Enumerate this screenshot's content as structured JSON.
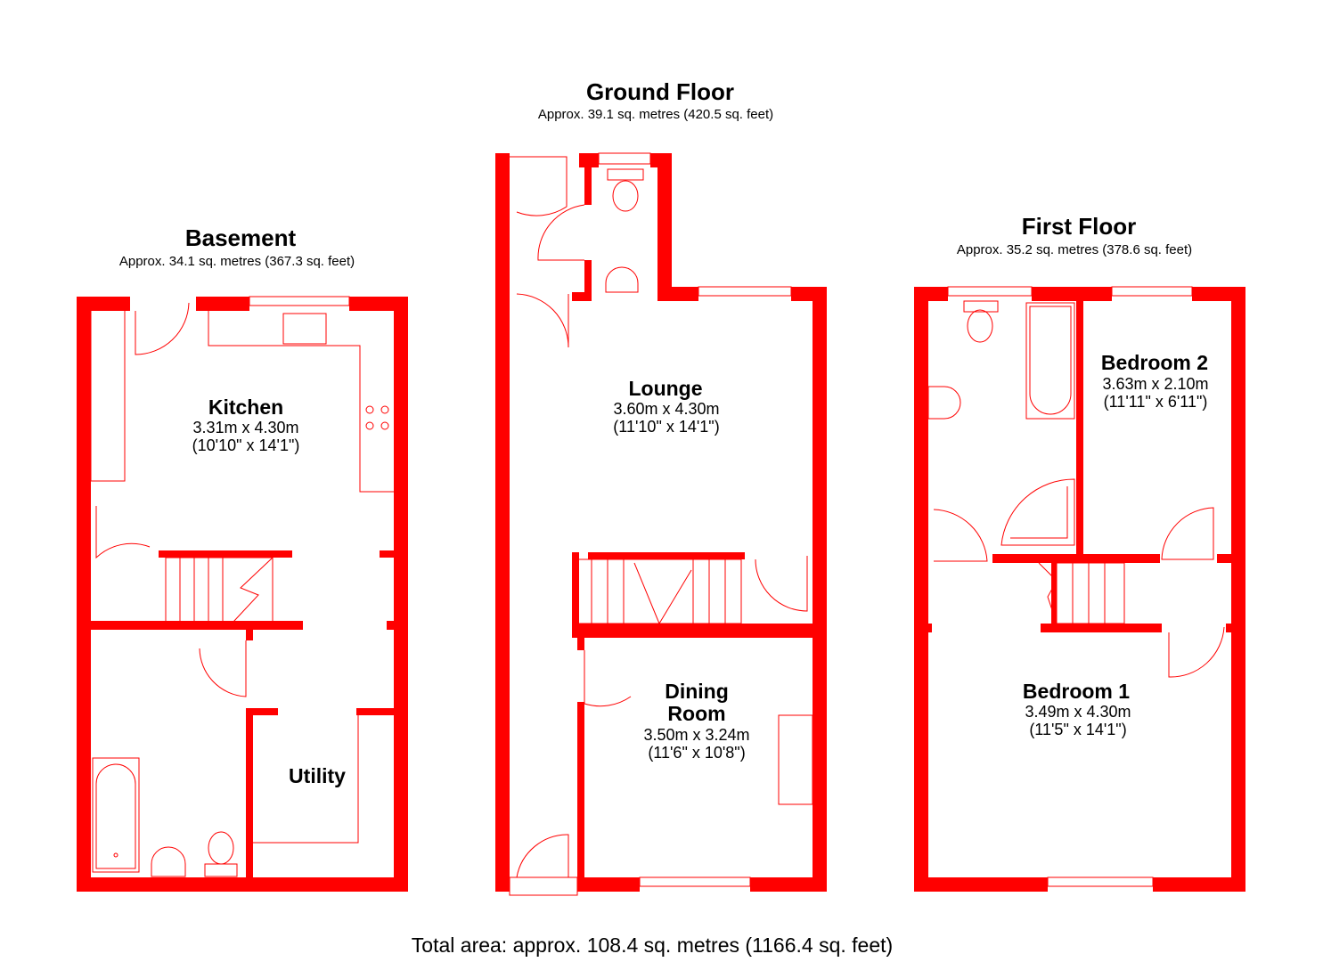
{
  "colors": {
    "wall": "#ff0000",
    "background": "#ffffff"
  },
  "floors": {
    "basement": {
      "title": "Basement",
      "area": "Approx. 34.1 sq. metres (367.3 sq. feet)"
    },
    "ground": {
      "title": "Ground Floor",
      "area": "Approx. 39.1 sq. metres (420.5 sq. feet)"
    },
    "first": {
      "title": "First Floor",
      "area": "Approx. 35.2 sq. metres (378.6 sq. feet)"
    }
  },
  "rooms": {
    "kitchen": {
      "name": "Kitchen",
      "metric": "3.31m x 4.30m",
      "imperial": "(10'10\" x 14'1\")"
    },
    "utility": {
      "name": "Utility"
    },
    "lounge": {
      "name": "Lounge",
      "metric": "3.60m x 4.30m",
      "imperial": "(11'10\" x 14'1\")"
    },
    "dining": {
      "name_line1": "Dining",
      "name_line2": "Room",
      "metric": "3.50m x 3.24m",
      "imperial": "(11'6\" x 10'8\")"
    },
    "bedroom2": {
      "name": "Bedroom 2",
      "metric": "3.63m x 2.10m",
      "imperial": "(11'11\" x 6'11\")"
    },
    "bedroom1": {
      "name": "Bedroom 1",
      "metric": "3.49m x 4.30m",
      "imperial": "(11'5\" x 14'1\")"
    }
  },
  "total_area": "Total area: approx. 108.4 sq. metres (1166.4 sq. feet)"
}
